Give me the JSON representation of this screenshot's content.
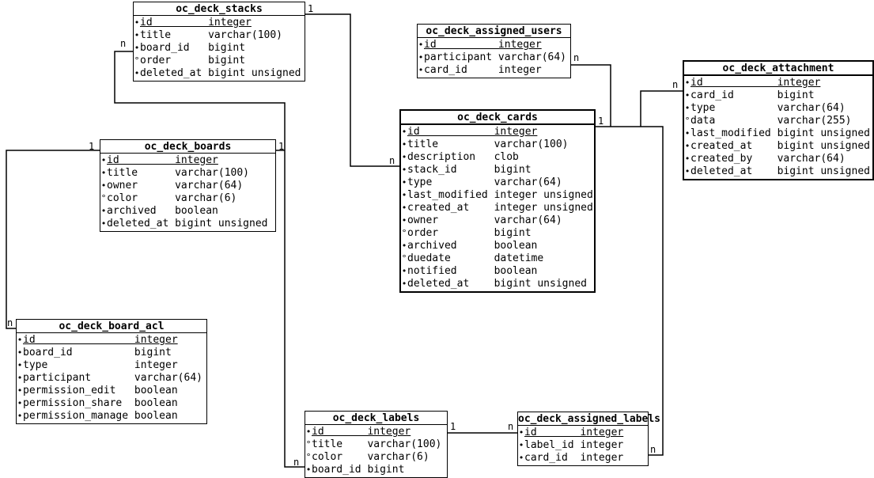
{
  "diagram": {
    "background_color": "#ffffff",
    "line_color": "#000000",
    "text_color": "#000000",
    "pk_marker": "•",
    "nullable_marker": "°"
  },
  "tables": [
    {
      "key": "oc_deck_stacks",
      "title": "oc_deck_stacks",
      "columns": [
        {
          "marker": "•",
          "name": "id",
          "type": "integer",
          "pk": true
        },
        {
          "marker": "•",
          "name": "title",
          "type": "varchar(100)"
        },
        {
          "marker": "•",
          "name": "board_id",
          "type": "bigint"
        },
        {
          "marker": "°",
          "name": "order",
          "type": "bigint"
        },
        {
          "marker": "•",
          "name": "deleted_at",
          "type": "bigint unsigned"
        }
      ]
    },
    {
      "key": "oc_deck_assigned_users",
      "title": "oc_deck_assigned_users",
      "columns": [
        {
          "marker": "•",
          "name": "id",
          "type": "integer",
          "pk": true
        },
        {
          "marker": "•",
          "name": "participant",
          "type": "varchar(64)"
        },
        {
          "marker": "•",
          "name": "card_id",
          "type": "integer"
        }
      ]
    },
    {
      "key": "oc_deck_attachment",
      "title": "oc_deck_attachment",
      "columns": [
        {
          "marker": "•",
          "name": "id",
          "type": "integer",
          "pk": true
        },
        {
          "marker": "•",
          "name": "card_id",
          "type": "bigint"
        },
        {
          "marker": "•",
          "name": "type",
          "type": "varchar(64)"
        },
        {
          "marker": "°",
          "name": "data",
          "type": "varchar(255)"
        },
        {
          "marker": "•",
          "name": "last_modified",
          "type": "bigint unsigned"
        },
        {
          "marker": "•",
          "name": "created_at",
          "type": "bigint unsigned"
        },
        {
          "marker": "•",
          "name": "created_by",
          "type": "varchar(64)"
        },
        {
          "marker": "•",
          "name": "deleted_at",
          "type": "bigint unsigned"
        }
      ]
    },
    {
      "key": "oc_deck_boards",
      "title": "oc_deck_boards",
      "columns": [
        {
          "marker": "•",
          "name": "id",
          "type": "integer",
          "pk": true
        },
        {
          "marker": "•",
          "name": "title",
          "type": "varchar(100)"
        },
        {
          "marker": "•",
          "name": "owner",
          "type": "varchar(64)"
        },
        {
          "marker": "°",
          "name": "color",
          "type": "varchar(6)"
        },
        {
          "marker": "•",
          "name": "archived",
          "type": "boolean"
        },
        {
          "marker": "•",
          "name": "deleted_at",
          "type": "bigint unsigned"
        }
      ]
    },
    {
      "key": "oc_deck_cards",
      "title": "oc_deck_cards",
      "columns": [
        {
          "marker": "•",
          "name": "id",
          "type": "integer",
          "pk": true
        },
        {
          "marker": "•",
          "name": "title",
          "type": "varchar(100)"
        },
        {
          "marker": "•",
          "name": "description",
          "type": "clob"
        },
        {
          "marker": "•",
          "name": "stack_id",
          "type": "bigint"
        },
        {
          "marker": "•",
          "name": "type",
          "type": "varchar(64)"
        },
        {
          "marker": "•",
          "name": "last_modified",
          "type": "integer unsigned"
        },
        {
          "marker": "•",
          "name": "created_at",
          "type": "integer unsigned"
        },
        {
          "marker": "•",
          "name": "owner",
          "type": "varchar(64)"
        },
        {
          "marker": "°",
          "name": "order",
          "type": "bigint"
        },
        {
          "marker": "•",
          "name": "archived",
          "type": "boolean"
        },
        {
          "marker": "°",
          "name": "duedate",
          "type": "datetime"
        },
        {
          "marker": "•",
          "name": "notified",
          "type": "boolean"
        },
        {
          "marker": "•",
          "name": "deleted_at",
          "type": "bigint unsigned"
        }
      ]
    },
    {
      "key": "oc_deck_board_acl",
      "title": "oc_deck_board_acl",
      "columns": [
        {
          "marker": "•",
          "name": "id",
          "type": "integer",
          "pk": true
        },
        {
          "marker": "•",
          "name": "board_id",
          "type": "bigint"
        },
        {
          "marker": "•",
          "name": "type",
          "type": "integer"
        },
        {
          "marker": "•",
          "name": "participant",
          "type": "varchar(64)"
        },
        {
          "marker": "•",
          "name": "permission_edit",
          "type": "boolean"
        },
        {
          "marker": "•",
          "name": "permission_share",
          "type": "boolean"
        },
        {
          "marker": "•",
          "name": "permission_manage",
          "type": "boolean"
        }
      ]
    },
    {
      "key": "oc_deck_labels",
      "title": "oc_deck_labels",
      "columns": [
        {
          "marker": "•",
          "name": "id",
          "type": "integer",
          "pk": true
        },
        {
          "marker": "°",
          "name": "title",
          "type": "varchar(100)"
        },
        {
          "marker": "°",
          "name": "color",
          "type": "varchar(6)"
        },
        {
          "marker": "•",
          "name": "board_id",
          "type": "bigint"
        }
      ]
    },
    {
      "key": "oc_deck_assigned_labels",
      "title": "oc_deck_assigned_labels",
      "columns": [
        {
          "marker": "•",
          "name": "id",
          "type": "integer",
          "pk": true
        },
        {
          "marker": "•",
          "name": "label_id",
          "type": "integer"
        },
        {
          "marker": "•",
          "name": "card_id",
          "type": "integer"
        }
      ]
    }
  ],
  "relationships": [
    {
      "from": "oc_deck_boards",
      "to": "oc_deck_stacks",
      "from_card": "1",
      "to_card": "n"
    },
    {
      "from": "oc_deck_boards",
      "to": "oc_deck_labels",
      "from_card": "1",
      "to_card": "n"
    },
    {
      "from": "oc_deck_boards",
      "to": "oc_deck_board_acl",
      "from_card": "1",
      "to_card": "n"
    },
    {
      "from": "oc_deck_stacks",
      "to": "oc_deck_cards",
      "from_card": "1",
      "to_card": "n"
    },
    {
      "from": "oc_deck_cards",
      "to": "oc_deck_assigned_users",
      "from_card": "1",
      "to_card": "n"
    },
    {
      "from": "oc_deck_cards",
      "to": "oc_deck_attachment",
      "from_card": "1",
      "to_card": "n"
    },
    {
      "from": "oc_deck_cards",
      "to": "oc_deck_assigned_labels",
      "from_card": "1",
      "to_card": "n"
    },
    {
      "from": "oc_deck_labels",
      "to": "oc_deck_assigned_labels",
      "from_card": "1",
      "to_card": "n"
    }
  ]
}
